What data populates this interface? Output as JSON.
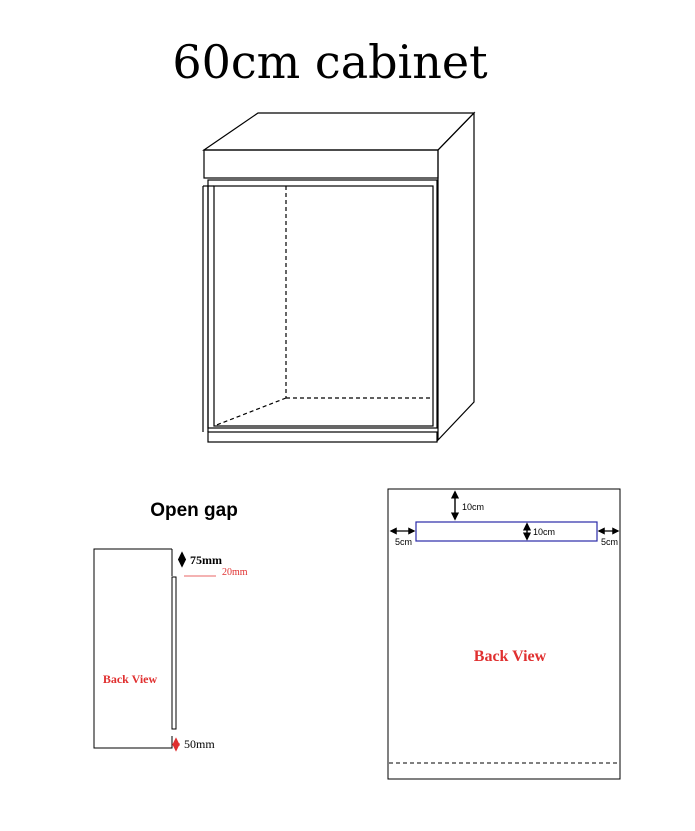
{
  "title": "60cm cabinet",
  "open_gap": {
    "heading": "Open gap",
    "top_dim": "75mm",
    "top_dim_small": "20mm",
    "bottom_dim": "50mm",
    "view_label": "Back View"
  },
  "back_view": {
    "view_label": "Back View",
    "top_dim": "10cm",
    "slot_height": "10cm",
    "left_dim": "5cm",
    "right_dim": "5cm"
  },
  "colors": {
    "line": "#000000",
    "label_red": "#e03030",
    "slot_blue": "#2a2aa8",
    "arrow_red": "#e03030"
  }
}
